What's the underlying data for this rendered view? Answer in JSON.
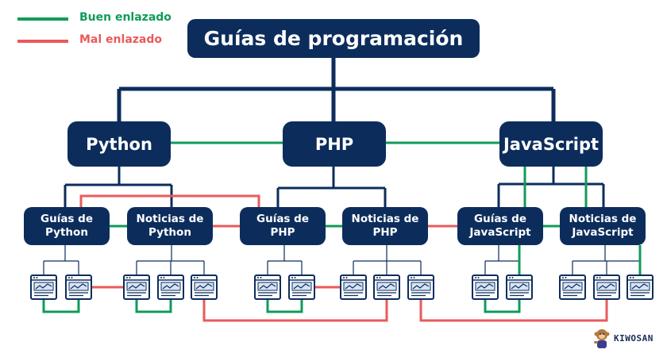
{
  "legend": {
    "good": {
      "label": "Buen enlazado",
      "color": "#0f9b5a"
    },
    "bad": {
      "label": "Mal enlazado",
      "color": "#ea5a5a"
    }
  },
  "colors": {
    "node": "#0c2d5c",
    "tree": "#0c2d5c",
    "page_icon": "#0c2d5c",
    "page_icon_fill": "#ffffff"
  },
  "tree": {
    "root": "Guías de programación",
    "languages": [
      "Python",
      "PHP",
      "JavaScript"
    ],
    "categories": [
      "Guías de\nPython",
      "Noticias de\nPython",
      "Guías de\nPHP",
      "Noticias de\nPHP",
      "Guías de\nJavaScript",
      "Noticias de\nJavaScript"
    ]
  },
  "icons": {
    "page": "web-page-icon",
    "mascot": "monkey-mascot-icon"
  },
  "brand": "KIWOSAN"
}
